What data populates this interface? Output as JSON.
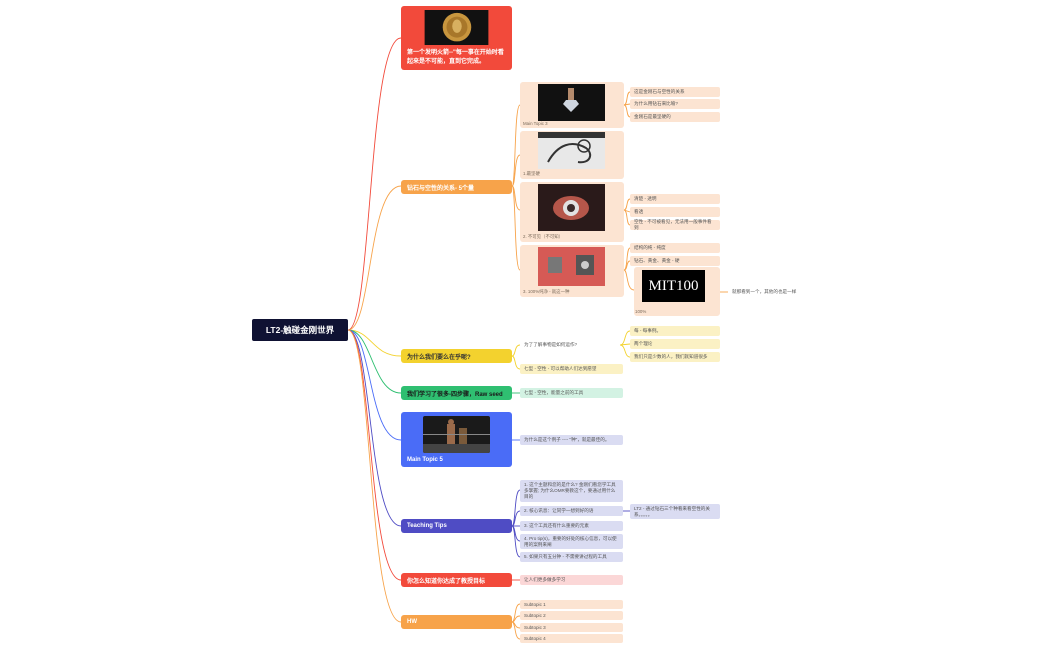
{
  "root": {
    "label": "LT2-触碰金刚世界"
  },
  "branches": {
    "b1": {
      "label": "第一个发明火箭--\"每一事在开始时看起来是不可能，直到它完成。",
      "color": "#f24a3b",
      "image": "medal-photo-icon"
    },
    "b2": {
      "label": "钻石与空性的关系- 5个量",
      "color": "#f7a34a",
      "cards": [
        {
          "caption": "Main Topic 3",
          "image": "diamond-photo-icon",
          "items": [
            "这是金刚石与空性的关系",
            "为什么用钻石来比喻?",
            "金刚石是最坚硬的"
          ]
        },
        {
          "caption": "1.最坚硬",
          "image": "hand-sketch-icon",
          "items": []
        },
        {
          "caption": "2. 不可见（不可知）",
          "image": "eye-closeup-icon",
          "items": [
            "清楚 - 透明",
            "看透",
            "空性 - 不可被看见，无法用一般事件看到"
          ]
        },
        {
          "caption": "3. 100%纯净 - 就这一种",
          "image": "robot-photo-icon",
          "items": [
            "结构的纯 - 纯度",
            "钻石、黄金、黄金 - 硬"
          ]
        }
      ],
      "mit": {
        "text": "MIT100",
        "caption": "100%",
        "note": "就那看到一个，其他的也是一样"
      }
    },
    "b3": {
      "label": "为什么我们要么在乎呢?",
      "color": "#f3d22e",
      "items": [
        "为了了解事物是如何运作?",
        "七型 - 空性 - 可以帮助人们达到愿望"
      ],
      "sub_items": [
        "每 - 每事例。",
        "两个理论",
        "我们只是少数的人，我们就知道很多"
      ]
    },
    "b4": {
      "label": "我们学习了很多-四步骤，Raw seed",
      "color": "#2fbf71",
      "items": [
        "七型 - 空性，能量之前的工具"
      ]
    },
    "b5": {
      "label": "Main Topic 5",
      "color": "#4a6cf7",
      "image": "boxing-photo-icon",
      "items": [
        "为什么是这个例子 ---- \"种\"，就是最佳的。"
      ]
    },
    "b6": {
      "label": "Teaching Tips",
      "color": "#4f4cc4",
      "items": [
        "1. 这个主题和您的是什么? 金刚们看您学工具多掌握; 为什么OMR要教这个，要通过用什么目的",
        "2. 核心讯息：让同学一想到好的语",
        "3. 这个工具还有什么重要的元素",
        "4. Pro tip(s)，重要的好处的核心信息，可以使用的案例来阐",
        "5. 如果只有五分钟 - 不需要讲过程的工具"
      ],
      "note": "LT2 - 通过钻石三个种看来看空性的关系。。。。。"
    },
    "b7": {
      "label": "你怎么知道你达成了教授目标",
      "color": "#f24a3b",
      "items": [
        "让人们更多做多学习"
      ]
    },
    "b8": {
      "label": "HW",
      "color": "#f7a34a",
      "items": [
        "Subtopic 1",
        "Subtopic 2",
        "Subtopic 3",
        "Subtopic 4"
      ]
    }
  }
}
